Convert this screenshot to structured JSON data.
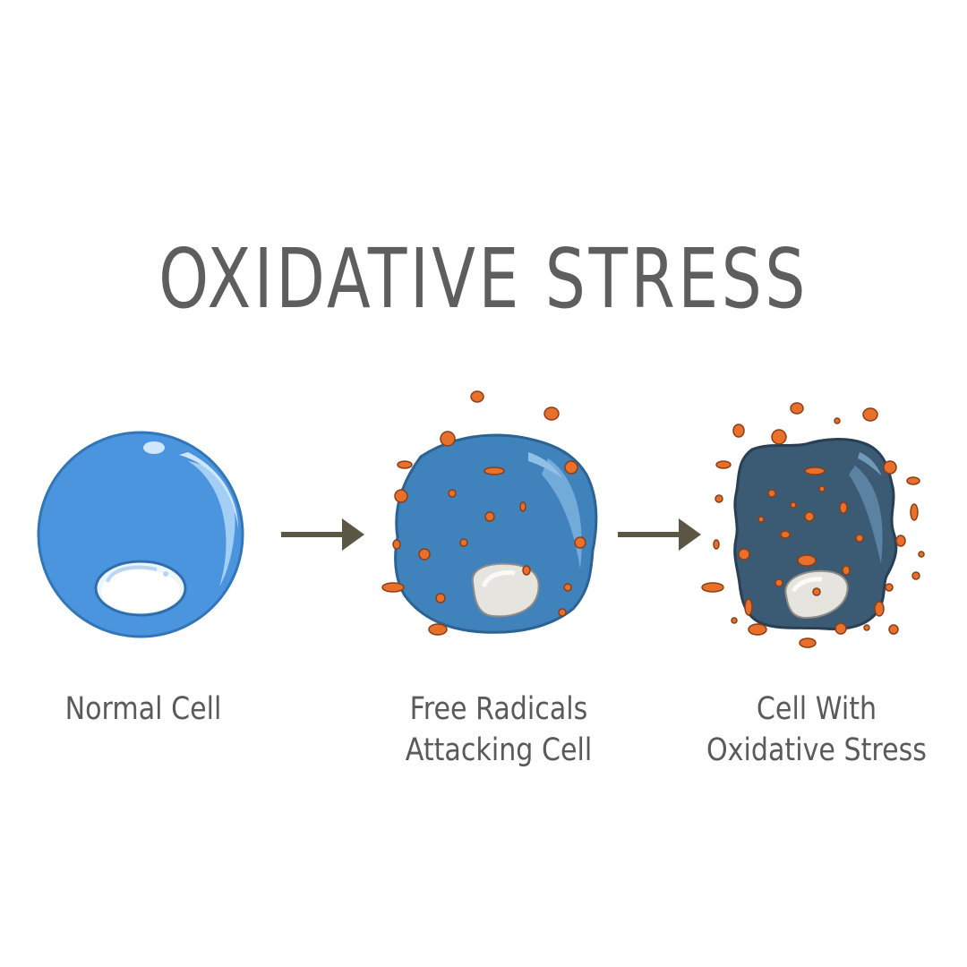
{
  "title": "OXIDATIVE STRESS",
  "stages": [
    {
      "lines": [
        "Normal Cell"
      ]
    },
    {
      "lines": [
        "Free Radicals",
        "Attacking Cell"
      ]
    },
    {
      "lines": [
        "Cell With",
        "Oxidative Stress"
      ]
    }
  ],
  "colors": {
    "text": "#5e5e5e",
    "arrow": "#5b5646",
    "normal_cell": "#4a95de",
    "attacked_cell": "#3f82bc",
    "stressed_cell": "#3b5a74",
    "radical": "#e8702a",
    "nucleus": "#e6e4df"
  }
}
